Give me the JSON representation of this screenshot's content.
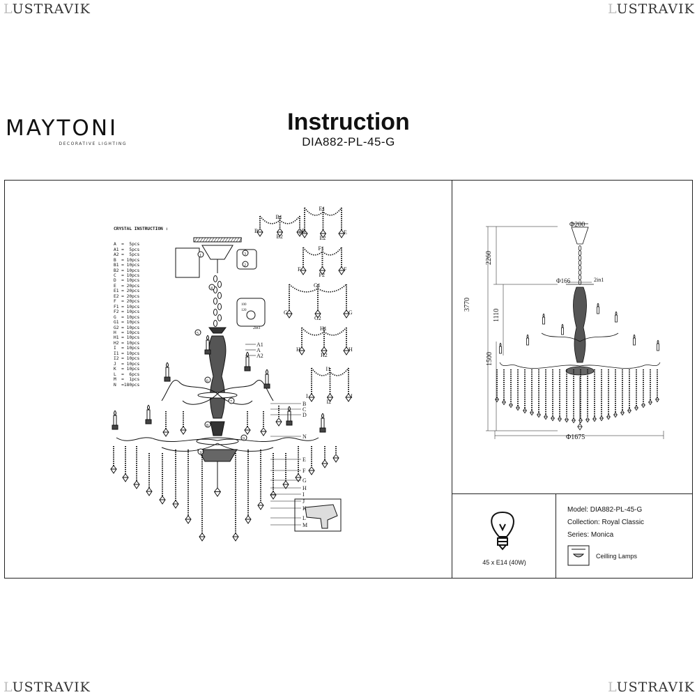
{
  "watermark": {
    "prefix": "L",
    "text": "USTRAVIK"
  },
  "brand": {
    "name": "MAYTONI",
    "tagline": "DECORATIVE LIGHTING"
  },
  "header": {
    "title": "Instruction",
    "model_code": "DIA882-PL-45-G"
  },
  "crystal_instruction": {
    "heading": "CRYSTAL INSTRUCTION :",
    "items": [
      "A  =  5pcs",
      "A1 =  5pcs",
      "A2 =  5pcs",
      "B  = 10pcs",
      "B1 = 10pcs",
      "B2 = 10pcs",
      "C  = 10pcs",
      "D  = 10pcs",
      "E  = 20pcs",
      "E1 = 20pcs",
      "E2 = 20pcs",
      "F  = 20pcs",
      "F1 = 10pcs",
      "F2 = 10pcs",
      "G  = 10pcs",
      "G1 = 10pcs",
      "G2 = 10pcs",
      "H  = 10pcs",
      "H1 = 10pcs",
      "H2 = 10pcs",
      "I  = 10pcs",
      "I1 = 10pcs",
      "I2 = 10pcs",
      "J  = 10pcs",
      "K  = 10pcs",
      "L  =  6pcs",
      "M  =  1pcs",
      "N  =180pcs"
    ]
  },
  "garland_labels": {
    "b": [
      "B1",
      "B",
      "B2",
      "B"
    ],
    "e": [
      "E1",
      "E",
      "E2",
      "E"
    ],
    "f": [
      "F1",
      "F",
      "F2",
      "F"
    ],
    "g": [
      "G1",
      "G",
      "G2",
      "G"
    ],
    "h": [
      "H1",
      "H",
      "H2",
      "H"
    ],
    "i": [
      "I1",
      "I",
      "I2",
      "I"
    ]
  },
  "assembly_labels": {
    "right": [
      "A1",
      "A",
      "A2",
      "B",
      "C",
      "D",
      "N",
      "E",
      "F",
      "G",
      "H",
      "I",
      "J",
      "K",
      "L",
      "M"
    ],
    "steps": [
      "1",
      "2",
      "3",
      "4",
      "5",
      "6",
      "7",
      "8",
      "9",
      "10"
    ],
    "mount_note": "2in1",
    "plate_dims": [
      "100",
      "120"
    ]
  },
  "dimensions": {
    "top_diameter": "Φ200",
    "canopy_diameter": "Φ166",
    "canopy_note": "2in1",
    "total_height": "3770",
    "chain_height": "2260",
    "upper_height": "1110",
    "body_height": "1500",
    "width_diameter": "Φ1675"
  },
  "lamp": {
    "spec": "45 x E14 (40W)"
  },
  "product_info": {
    "model": "Model: DIA882-PL-45-G",
    "collection": "Collection: Royal Classic",
    "series": "Series: Monica",
    "type": "Ceilling Lamps"
  }
}
